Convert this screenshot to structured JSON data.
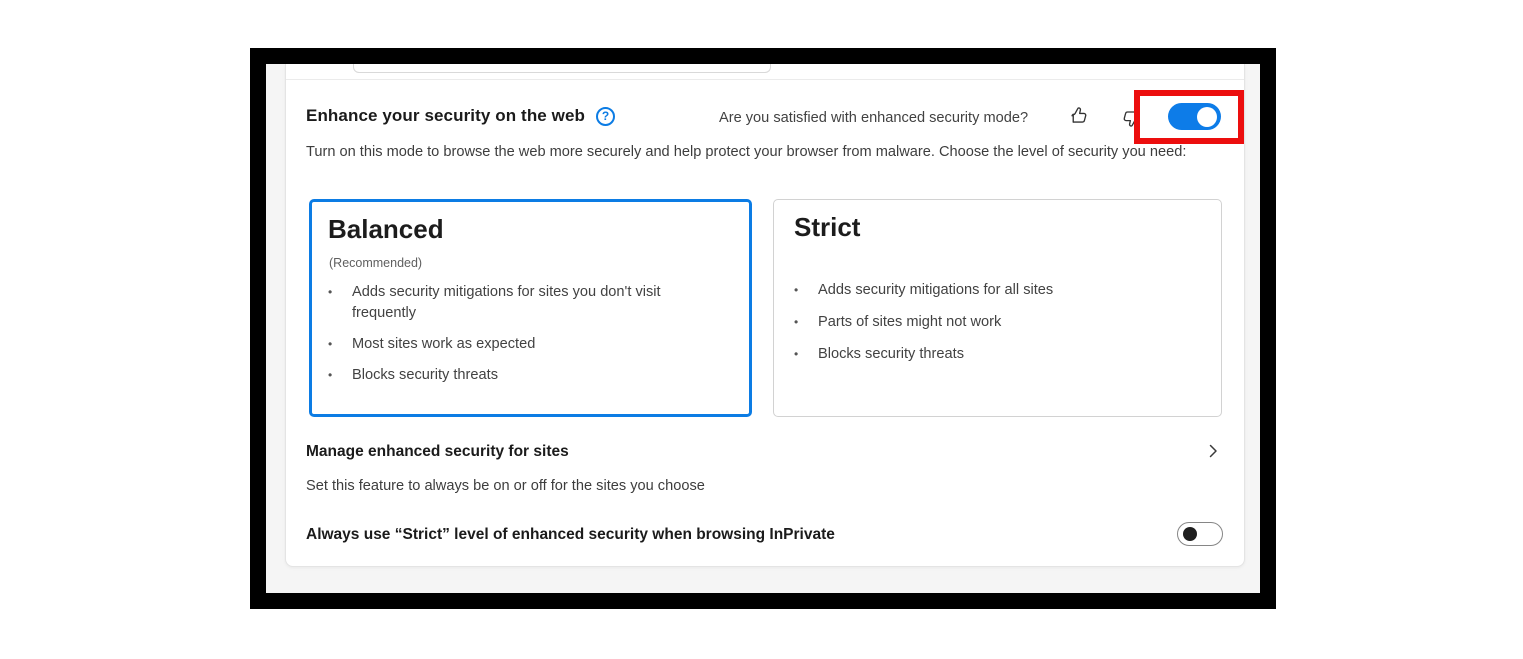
{
  "section": {
    "title": "Enhance your security on the web",
    "feedback_question": "Are you satisfied with enhanced security mode?",
    "description": "Turn on this mode to browse the web more securely and help protect your browser from malware. Choose the level of security you need:",
    "security_toggle_on": true
  },
  "options": [
    {
      "name": "Balanced",
      "recommended": "(Recommended)",
      "selected": true,
      "bullets": [
        "Adds security mitigations for sites you don't visit frequently",
        "Most sites work as expected",
        "Blocks security threats"
      ]
    },
    {
      "name": "Strict",
      "selected": false,
      "bullets": [
        "Adds security mitigations for all sites",
        "Parts of sites might not work",
        "Blocks security threats"
      ]
    }
  ],
  "manage": {
    "title": "Manage enhanced security for sites",
    "subtitle": "Set this feature to always be on or off for the sites you choose"
  },
  "inprivate": {
    "label": "Always use “Strict” level of enhanced security when browsing InPrivate",
    "toggle_on": false
  },
  "icons": {
    "help": "?",
    "bullet": "•",
    "thumbs_up": "thumbs-up-icon",
    "thumbs_down": "thumbs-down-icon",
    "chevron": "chevron-right-icon"
  },
  "colors": {
    "accent_blue": "#0c7ce4",
    "toggle_on_blue": "#0d7ce8",
    "highlight_red": "#ec0e0e",
    "frame_black": "#000000",
    "page_gray": "#f5f5f5"
  }
}
